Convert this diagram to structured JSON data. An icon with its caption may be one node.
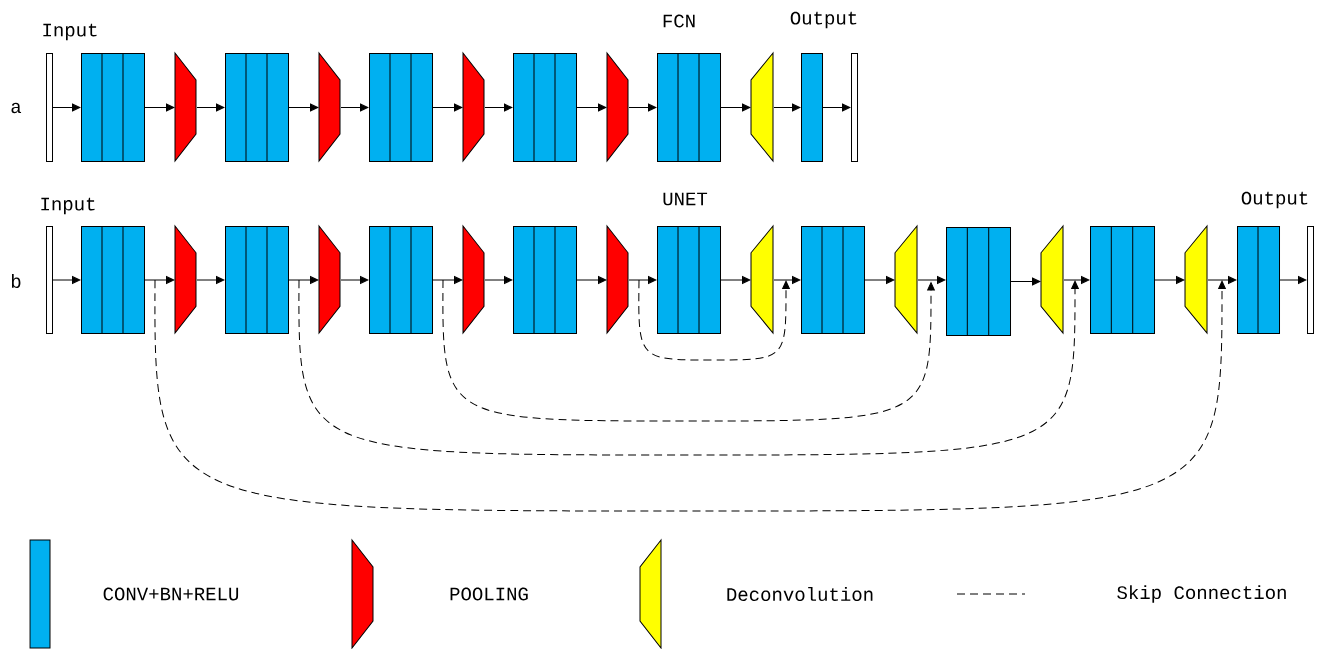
{
  "diagram": {
    "nodes": [
      {
        "text": [],
        "shape": "bar",
        "beside": [
          "Input"
        ]
      },
      {
        "text": [],
        "shape": "box"
      },
      {
        "text": [],
        "shape": "trapezoid"
      },
      {
        "text": [],
        "shape": "box"
      },
      {
        "text": [],
        "shape": "trapezoid"
      },
      {
        "text": [],
        "shape": "box"
      },
      {
        "text": [],
        "shape": "trapezoid"
      },
      {
        "text": [],
        "shape": "box"
      },
      {
        "text": [],
        "shape": "trapezoid"
      },
      {
        "text": [],
        "shape": "box",
        "beside": [
          "FCN"
        ]
      },
      {
        "text": [],
        "shape": "trapezoid"
      },
      {
        "text": [],
        "shape": "box"
      },
      {
        "text": [],
        "shape": "bar",
        "beside": [
          "Output"
        ]
      },
      {
        "text": [],
        "shape": "bar",
        "beside": [
          "Input"
        ]
      },
      {
        "text": [],
        "shape": "box"
      },
      {
        "text": [],
        "shape": "trapezoid"
      },
      {
        "text": [],
        "shape": "box"
      },
      {
        "text": [],
        "shape": "trapezoid"
      },
      {
        "text": [],
        "shape": "box"
      },
      {
        "text": [],
        "shape": "trapezoid"
      },
      {
        "text": [],
        "shape": "box"
      },
      {
        "text": [],
        "shape": "trapezoid"
      },
      {
        "text": [],
        "shape": "box",
        "beside": [
          "UNET"
        ]
      },
      {
        "text": [],
        "shape": "trapezoid"
      },
      {
        "text": [],
        "shape": "box"
      },
      {
        "text": [],
        "shape": "trapezoid"
      },
      {
        "text": [],
        "shape": "box"
      },
      {
        "text": [],
        "shape": "trapezoid"
      },
      {
        "text": [],
        "shape": "box"
      },
      {
        "text": [],
        "shape": "trapezoid"
      },
      {
        "text": [],
        "shape": "box"
      },
      {
        "text": [],
        "shape": "bar",
        "beside": [
          "Output"
        ]
      }
    ],
    "edges": [
      {
        "from": 0,
        "to": 1,
        "arrow": "to"
      },
      {
        "from": 1,
        "to": 2,
        "arrow": "to"
      },
      {
        "from": 2,
        "to": 3,
        "arrow": "to"
      },
      {
        "from": 3,
        "to": 4,
        "arrow": "to"
      },
      {
        "from": 4,
        "to": 5,
        "arrow": "to"
      },
      {
        "from": 5,
        "to": 6,
        "arrow": "to"
      },
      {
        "from": 6,
        "to": 7,
        "arrow": "to"
      },
      {
        "from": 7,
        "to": 8,
        "arrow": "to"
      },
      {
        "from": 8,
        "to": 9,
        "arrow": "to"
      },
      {
        "from": 9,
        "to": 10,
        "arrow": "to"
      },
      {
        "from": 10,
        "to": 11,
        "arrow": "to"
      },
      {
        "from": 11,
        "to": 12,
        "arrow": "to"
      },
      {
        "from": 13,
        "to": 14,
        "arrow": "to"
      },
      {
        "from": 14,
        "to": 15,
        "arrow": "to"
      },
      {
        "from": 15,
        "to": 16,
        "arrow": "to"
      },
      {
        "from": 16,
        "to": 17,
        "arrow": "to"
      },
      {
        "from": 17,
        "to": 18,
        "arrow": "to"
      },
      {
        "from": 18,
        "to": 19,
        "arrow": "to"
      },
      {
        "from": 19,
        "to": 20,
        "arrow": "to"
      },
      {
        "from": 20,
        "to": 21,
        "arrow": "to"
      },
      {
        "from": 21,
        "to": 22,
        "arrow": "to"
      },
      {
        "from": 22,
        "to": 23,
        "arrow": "to"
      },
      {
        "from": 23,
        "to": 24,
        "arrow": "to"
      },
      {
        "from": 24,
        "to": 25,
        "arrow": "to"
      },
      {
        "from": 25,
        "to": 26,
        "arrow": "to"
      },
      {
        "from": 26,
        "to": 27,
        "arrow": "to"
      },
      {
        "from": 27,
        "to": 28,
        "arrow": "to"
      },
      {
        "from": 28,
        "to": 29,
        "arrow": "to"
      },
      {
        "from": 29,
        "to": 30,
        "arrow": "to"
      },
      {
        "from": 30,
        "to": 31,
        "arrow": "to"
      },
      {
        "from": 21,
        "to": 24,
        "arrow": "to",
        "style": "dashed"
      },
      {
        "from": 18,
        "to": 26,
        "arrow": "to",
        "style": "dashed"
      },
      {
        "from": 16,
        "to": 28,
        "arrow": "to",
        "style": "dashed"
      },
      {
        "from": 14,
        "to": 30,
        "arrow": "to",
        "style": "dashed"
      }
    ],
    "labels": [
      "a",
      "b"
    ],
    "legend": [
      {
        "text": "CONV+BN+RELU",
        "color": "#00b0f0"
      },
      {
        "text": "POOLING",
        "color": "#ff0000"
      },
      {
        "text": "Deconvolution",
        "color": "#ffff00"
      },
      {
        "text": "Skip Connection"
      }
    ]
  }
}
